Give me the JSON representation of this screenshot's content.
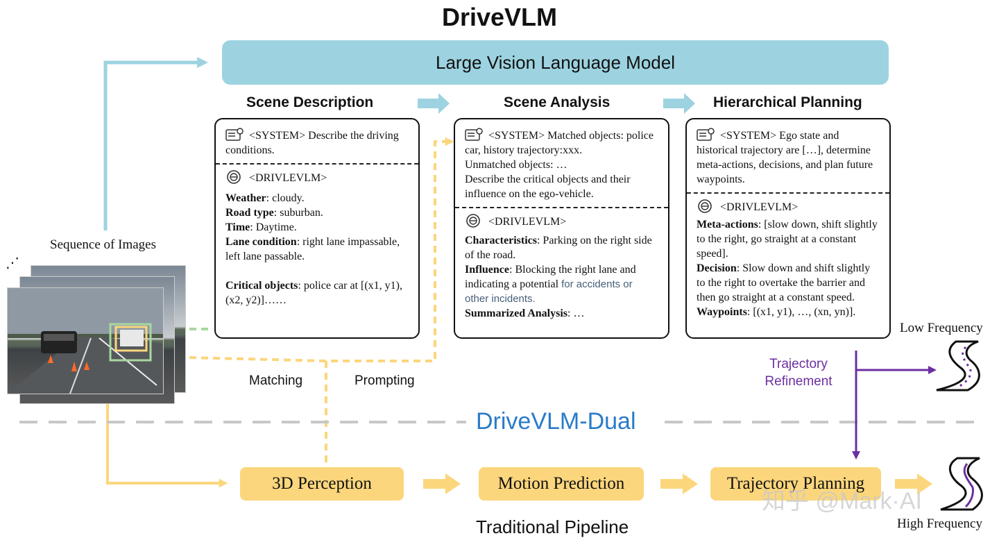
{
  "title": "DriveVLM",
  "lvlm": "Large Vision Language Model",
  "sections": {
    "scene_description": "Scene Description",
    "scene_analysis": "Scene Analysis",
    "hierarchical_planning": "Hierarchical Planning"
  },
  "box1": {
    "system": "<SYSTEM> Describe the driving conditions.",
    "agent": "<DRIVLEVLM>",
    "weather_k": "Weather",
    "weather_v": ": cloudy.",
    "road_k": "Road type",
    "road_v": ": suburban.",
    "time_k": "Time",
    "time_v": ": Daytime.",
    "lane_k": "Lane condition",
    "lane_v": ": right lane impassable, left lane passable.",
    "crit_k": "Critical objects",
    "crit_v": ": police car at [(x1, y1), (x2, y2)]……"
  },
  "box2": {
    "system1": "<SYSTEM> Matched objects: police car, history trajectory:xxx.",
    "system2": "Unmatched objects: …",
    "system3": "Describe the critical objects and their influence on the ego-vehicle.",
    "agent": "<DRIVLEVLM>",
    "char_k": "Characteristics",
    "char_v": ": Parking on the right side of the road.",
    "infl_k": "Influence",
    "infl_v": ": Blocking the right lane and indicating a potential ",
    "infl_tail": "for accidents or other incidents.",
    "sum_k": "Summarized Analysis",
    "sum_v": ": …"
  },
  "box3": {
    "system": "<SYSTEM> Ego state and historical trajectory are […], determine meta-actions, decisions, and plan future waypoints.",
    "agent": "<DRIVLEVLM>",
    "meta_k": "Meta-actions",
    "meta_v": ": [slow down, shift slightly to the right, go straight at a constant speed].",
    "dec_k": "Decision",
    "dec_v": ": Slow down and shift slightly to the right to overtake the barrier and then go straight at a constant speed.",
    "way_k": "Waypoints",
    "way_v": ": [(x1, y1), …, (xn, yn)]."
  },
  "labels": {
    "sequence": "Sequence of Images",
    "ellipsis": "⋰",
    "matching": "Matching",
    "prompting": "Prompting",
    "trajectory_refinement": "Trajectory Refinement",
    "low_frequency": "Low Frequency",
    "high_frequency": "High Frequency",
    "dual": "DriveVLM-Dual",
    "traditional": "Traditional Pipeline",
    "watermark": "知乎 @Mark·AI"
  },
  "pipeline": {
    "perception": "3D Perception",
    "motion": "Motion Prediction",
    "planning": "Trajectory Planning"
  },
  "colors": {
    "lvlm": "#9dd3e0",
    "pipeline": "#fbd67c",
    "blue_arrow": "#9dd3e0",
    "purple": "#6b2fa0",
    "dual": "#2a7bc8",
    "green_dash": "#a8d8a0"
  }
}
